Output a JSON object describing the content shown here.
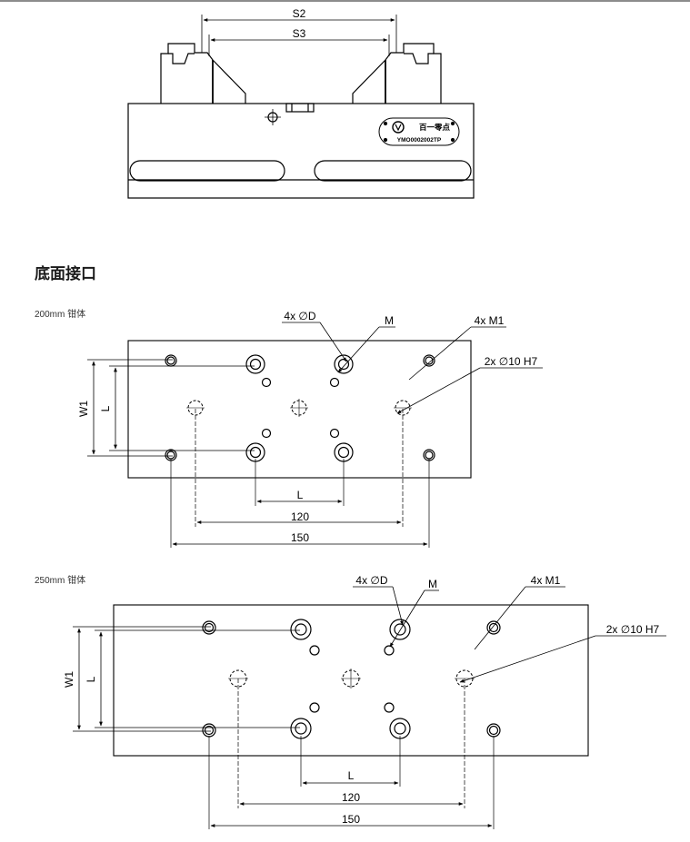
{
  "section_heading": "底面接口",
  "top_view": {
    "dim_s2": "S2",
    "dim_s3": "S3",
    "badge_brand": "百一零点",
    "badge_model": "YMO0002002TP"
  },
  "view_200": {
    "subtitle": "200mm 钳体",
    "label_d": "4x ∅D",
    "label_m": "M",
    "label_m1": "4x M1",
    "label_pin": "2x ∅10 H7",
    "dim_w1": "W1",
    "dim_l_vertical": "L",
    "dim_l_horizontal": "L",
    "dim_120": "120",
    "dim_150": "150"
  },
  "view_250": {
    "subtitle": "250mm 钳体",
    "label_d": "4x ∅D",
    "label_m": "M",
    "label_m1": "4x M1",
    "label_pin": "2x ∅10 H7",
    "dim_w1": "W1",
    "dim_l_vertical": "L",
    "dim_l_horizontal": "L",
    "dim_120": "120",
    "dim_150": "150"
  }
}
